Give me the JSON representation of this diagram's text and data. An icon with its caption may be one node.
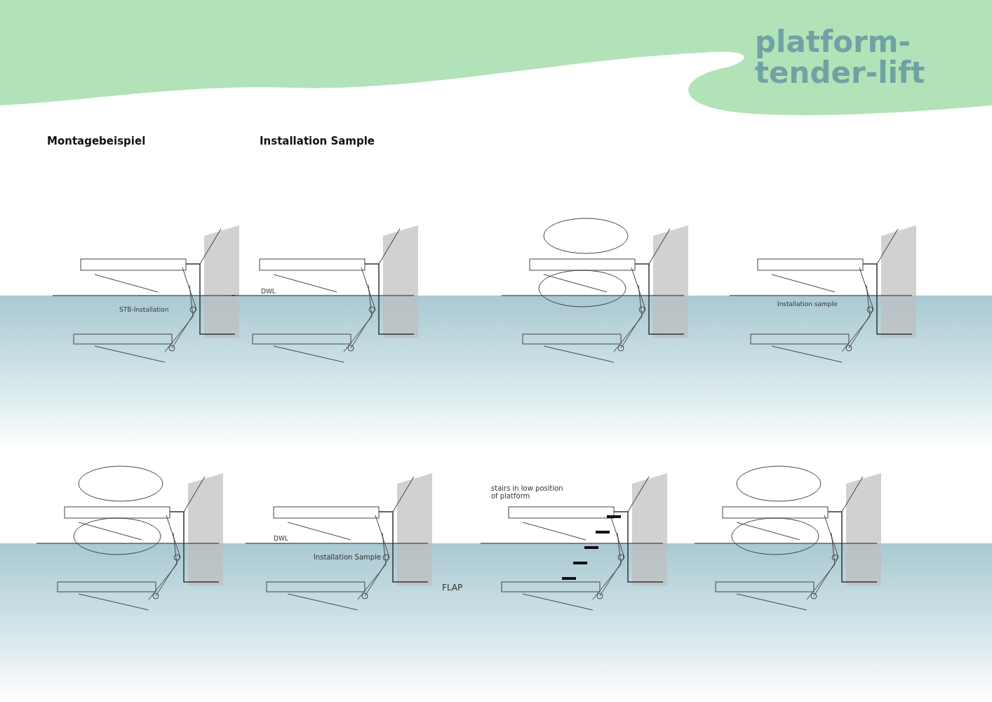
{
  "diagram": {
    "title": "platform- tender-lift",
    "labels": [
      "Montagebeispiel",
      "Installation Sample",
      "STB-Installation",
      "DWL",
      "Installation sample",
      "stairs in low position of platform",
      "DWL",
      "Installation Sample",
      "FLAP"
    ]
  }
}
